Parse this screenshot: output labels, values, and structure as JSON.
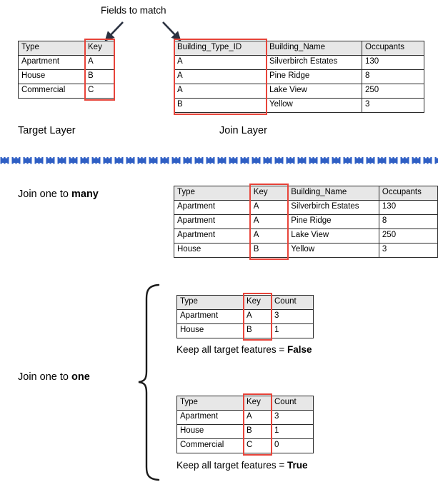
{
  "annotations": {
    "fields_to_match": "Fields to match",
    "target_layer": "Target Layer",
    "join_layer": "Join Layer",
    "join_one_to_many_prefix": "Join one to ",
    "join_one_to_many_emphasis": "many",
    "join_one_to_one_prefix": "Join one to ",
    "join_one_to_one_emphasis": "one",
    "keep_all_prefix": "Keep all target features = ",
    "keep_all_false": "False",
    "keep_all_true": "True"
  },
  "colors": {
    "highlight": "#e8443a",
    "header_fill": "#e7e7e7",
    "table_border": "#2a2a2a",
    "divider_blue": "#2f5fc4",
    "text": "#000000"
  },
  "target_table": {
    "name": "target-layer-table",
    "headers": [
      "Type",
      "Key"
    ],
    "rows": [
      [
        "Apartment",
        "A"
      ],
      [
        "House",
        "B"
      ],
      [
        "Commercial",
        "C"
      ]
    ],
    "highlight_column": "Key"
  },
  "join_table": {
    "name": "join-layer-table",
    "headers": [
      "Building_Type_ID",
      "Building_Name",
      "Occupants"
    ],
    "rows": [
      [
        "A",
        "Silverbirch Estates",
        "130"
      ],
      [
        "A",
        "Pine Ridge",
        "8"
      ],
      [
        "A",
        "Lake View",
        "250"
      ],
      [
        "B",
        "Yellow",
        "3"
      ]
    ],
    "highlight_column": "Building_Type_ID"
  },
  "one_to_many_table": {
    "name": "one-to-many-result-table",
    "headers": [
      "Type",
      "Key",
      "Building_Name",
      "Occupants"
    ],
    "rows": [
      [
        "Apartment",
        "A",
        "Silverbirch Estates",
        "130"
      ],
      [
        "Apartment",
        "A",
        "Pine Ridge",
        "8"
      ],
      [
        "Apartment",
        "A",
        "Lake View",
        "250"
      ],
      [
        "House",
        "B",
        "Yellow",
        "3"
      ]
    ],
    "highlight_column": "Key"
  },
  "one_to_one_false_table": {
    "name": "one-to-one-keep-false-table",
    "headers": [
      "Type",
      "Key",
      "Count"
    ],
    "rows": [
      [
        "Apartment",
        "A",
        "3"
      ],
      [
        "House",
        "B",
        "1"
      ]
    ],
    "highlight_column": "Key"
  },
  "one_to_one_true_table": {
    "name": "one-to-one-keep-true-table",
    "headers": [
      "Type",
      "Key",
      "Count"
    ],
    "rows": [
      [
        "Apartment",
        "A",
        "3"
      ],
      [
        "House",
        "B",
        "1"
      ],
      [
        "Commercial",
        "C",
        "0"
      ]
    ],
    "highlight_column": "Key"
  },
  "icons": {
    "arrow_left": "arrow-down-left-icon",
    "arrow_right": "arrow-down-right-icon",
    "brace": "curly-brace-icon",
    "divider": "dashed-divider-icon"
  }
}
